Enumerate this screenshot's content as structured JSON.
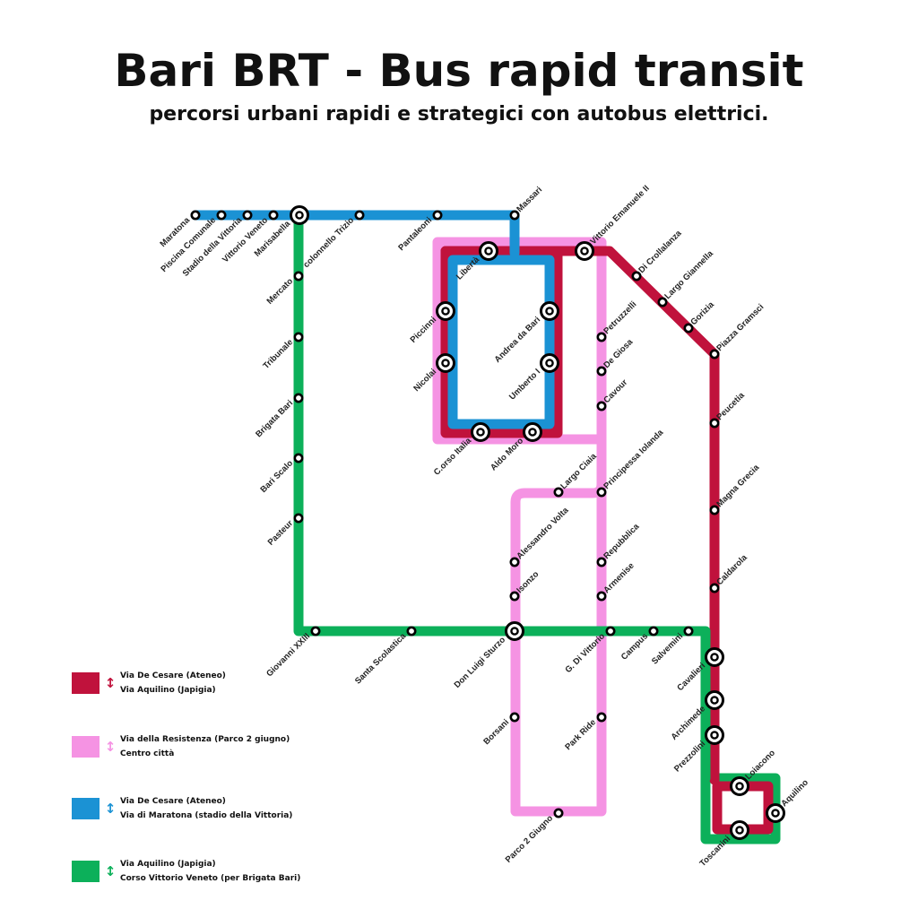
{
  "header": {
    "title": "Bari BRT - Bus rapid transit",
    "subtitle": "percorsi urbani rapidi e strategici con autobus elettrici."
  },
  "colors": {
    "red": "#C0123C",
    "pink": "#F593E3",
    "blue": "#1B92D4",
    "green": "#0CB05A"
  },
  "stations": [
    "Maratona",
    "Piscina Comunale",
    "Stadio della Vittoria",
    "Vittorio Veneto",
    "Marisabella",
    "colonnello Trizio",
    "Pantaleoni",
    "Massari",
    "Libertà",
    "Vittorio Emanuele II",
    "Di Crollalanza",
    "Largo Giannella",
    "Gorizia",
    "Piazza Gramsci",
    "Peucetia",
    "Magna Grecia",
    "Caldarola",
    "Cavalieri",
    "Archimede",
    "Prezzolini",
    "Loiacono",
    "Aquilino",
    "Toscanini",
    "Mercato",
    "Tribunale",
    "Brigata Bari",
    "Bari Scalo",
    "Pasteur",
    "Giovanni XXIII",
    "Santa Scolastica",
    "Don Luigi Sturzo",
    "G. Di Vittorio",
    "Campus",
    "Salvemini",
    "Piccinni",
    "Nicolai",
    "Andrea da Bari",
    "Umberto I",
    "C.orso Italia",
    "Aldo Moro",
    "Petruzzelli",
    "De Giosa",
    "Cavour",
    "Largo Ciaia",
    "Principessa Iolanda",
    "Alessandro Volta",
    "Isonzo",
    "Repubblica",
    "Armenise",
    "Borsani",
    "Park Ride",
    "Parco 2 Giugno"
  ],
  "legend": [
    {
      "color": "red",
      "line1": "Via De Cesare (Ateneo)",
      "line2": "Via Aquilino (Japigia)",
      "arrow": "↕"
    },
    {
      "color": "pink",
      "line1": "Via della Resistenza (Parco 2 giugno)",
      "line2": "Centro città",
      "arrow": "↕"
    },
    {
      "color": "blue",
      "line1": "Via De Cesare (Ateneo)",
      "line2": "Via di Maratona (stadio della Vittoria)",
      "arrow": "↕"
    },
    {
      "color": "green",
      "line1": "Via Aquilino (Japigia)",
      "line2": "Corso Vittorio Veneto (per Brigata Bari)",
      "arrow": "↕"
    }
  ]
}
